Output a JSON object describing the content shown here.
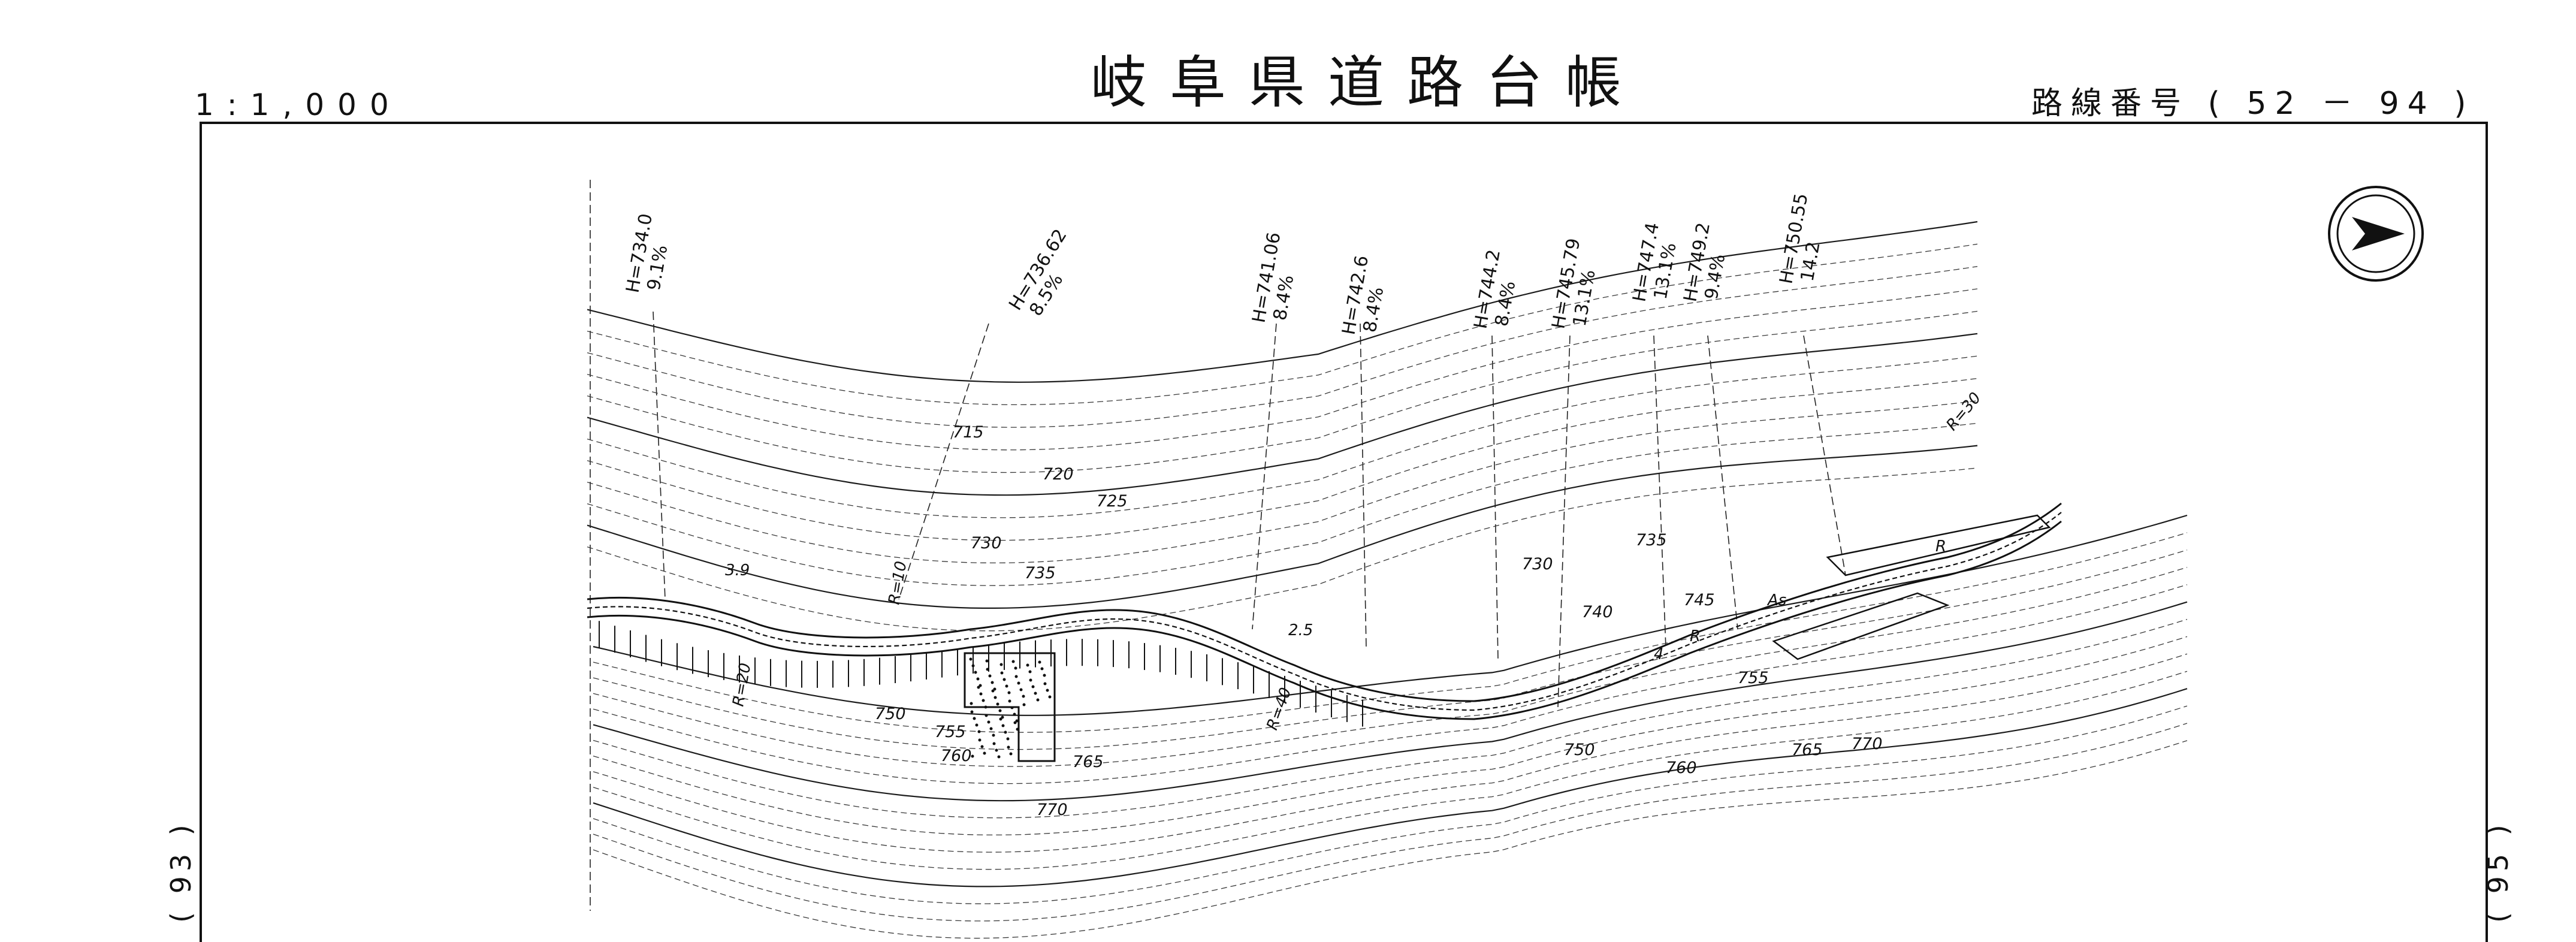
{
  "title": "岐阜県道路台帳",
  "scale": "1:1,000",
  "route_number": "路線番号 ( 52 － 94 )",
  "left_edge_label": "( 93 )",
  "right_edge_label": "( 95 )",
  "north_arrow_icon": "north-arrow-icon",
  "elevation_annotations": [
    {
      "h": "H=734.0",
      "grade": "9.1%"
    },
    {
      "h": "H=736.62",
      "grade": "8.5%"
    },
    {
      "h": "H=741.06",
      "grade": "8.4%"
    },
    {
      "h": "H=742.6",
      "grade": "8.4%"
    },
    {
      "h": "H=744.2",
      "grade": "8.4%"
    },
    {
      "h": "H=745.79",
      "grade": "13.1%"
    },
    {
      "h": "H=747.4",
      "grade": "13.1%"
    },
    {
      "h": "H=749.2",
      "grade": "9.4%"
    },
    {
      "h": "H=750.55",
      "grade": "14.2"
    }
  ],
  "contour_labels_upper": [
    "715",
    "720",
    "725",
    "730",
    "735",
    "730",
    "735",
    "740",
    "745"
  ],
  "contour_labels_lower": [
    "750",
    "755",
    "760",
    "765",
    "770",
    "750",
    "755",
    "760",
    "765",
    "770"
  ],
  "curve_labels": [
    "R=20",
    "R=10",
    "R=40",
    "R=30"
  ],
  "road_marks": [
    "3.9",
    "2.5",
    "As",
    "R",
    "R",
    "4"
  ],
  "colors": {
    "ink": "#111111",
    "paper": "#ffffff"
  }
}
